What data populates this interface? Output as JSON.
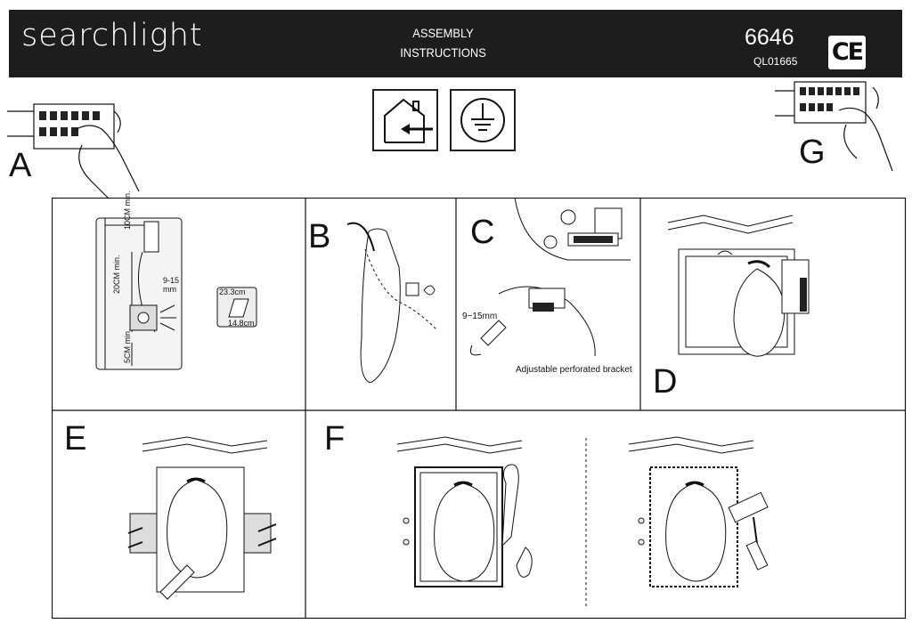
{
  "header": {
    "brand": "searchlight",
    "title_line1": "ASSEMBLY",
    "title_line2": "INSTRUCTIONS",
    "model_number": "6646",
    "product_code": "QL01665",
    "ce_mark": "CE"
  },
  "icons": {
    "indoor": "house-indoor-icon",
    "earth": "earth-ground-icon"
  },
  "steps": {
    "A": "A",
    "B": "B",
    "C": "C",
    "D": "D",
    "E": "E",
    "F": "F",
    "G": "G"
  },
  "panel1": {
    "dim_top": "10CM min.",
    "dim_mid": "20CM min.",
    "dim_bottom": "5CM min.",
    "dim_depth": "9-15 mm",
    "cutout_w": "23.3cm",
    "cutout_h": "14.8cm"
  },
  "panelC": {
    "depth_label": "9~15mm",
    "bracket_label": "Adjustable perforated bracket"
  }
}
